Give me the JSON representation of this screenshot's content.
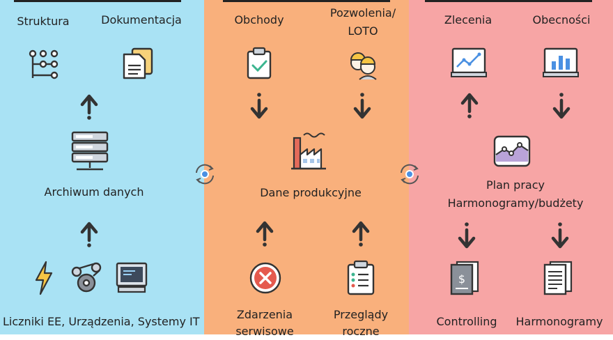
{
  "columns": [
    {
      "top_left": "Struktura",
      "top_right": "Dokumentacja",
      "center": "Archiwum danych",
      "bottom": "Liczniki EE, Urządzenia, Systemy IT"
    },
    {
      "top_left": "Obchody",
      "top_right_line1": "Pozwolenia/",
      "top_right_line2": "LOTO",
      "center": "Dane produkcyjne",
      "bottom_left_line1": "Zdarzenia",
      "bottom_left_line2": "serwisowe",
      "bottom_right_line1": "Przeglądy",
      "bottom_right_line2": "roczne"
    },
    {
      "top_left": "Zlecenia",
      "top_right": "Obecności",
      "center_line1": "Plan pracy",
      "center_line2": "Harmonogramy/budżety",
      "bottom_left": "Controlling",
      "bottom_right": "Harmonogramy"
    }
  ],
  "colors": {
    "blue": "#a9e2f4",
    "orange": "#f9b07c",
    "pink": "#f7a5a5",
    "ink": "#333333",
    "accent": "#4a90e2"
  },
  "icons": [
    "org-chart-icon",
    "documents-icon",
    "server-icon",
    "lightning-icon",
    "gears-icon",
    "computer-icon",
    "clipboard-check-icon",
    "workers-icon",
    "factory-icon",
    "cancel-icon",
    "checklist-icon",
    "monitor-chart-icon",
    "bar-chart-icon",
    "line-chart-icon",
    "invoice-icon",
    "document-icon",
    "sync-icon"
  ]
}
